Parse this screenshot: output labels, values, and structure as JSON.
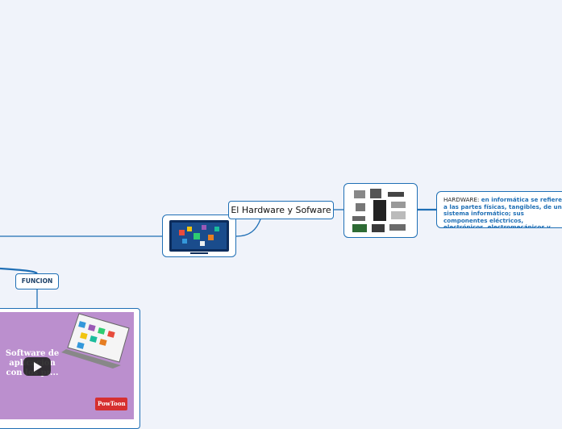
{
  "map": {
    "root_label": "El Hardware y Sofware",
    "hardware_prefix": "HARDWARE:",
    "hardware_text": "en informática se refiere a las partes físicas, tangibles, de un sistema informático; sus componentes eléctricos, electrónicos, electromecánicos y mecánicos.",
    "funcion_label": "FUNCION",
    "video_title": "Software de aplicación con los pr...",
    "video_badge": "PowToon"
  },
  "colors": {
    "link": "#1f6fb5",
    "background": "#f0f3fa",
    "video_bg": "#bb8fce"
  }
}
